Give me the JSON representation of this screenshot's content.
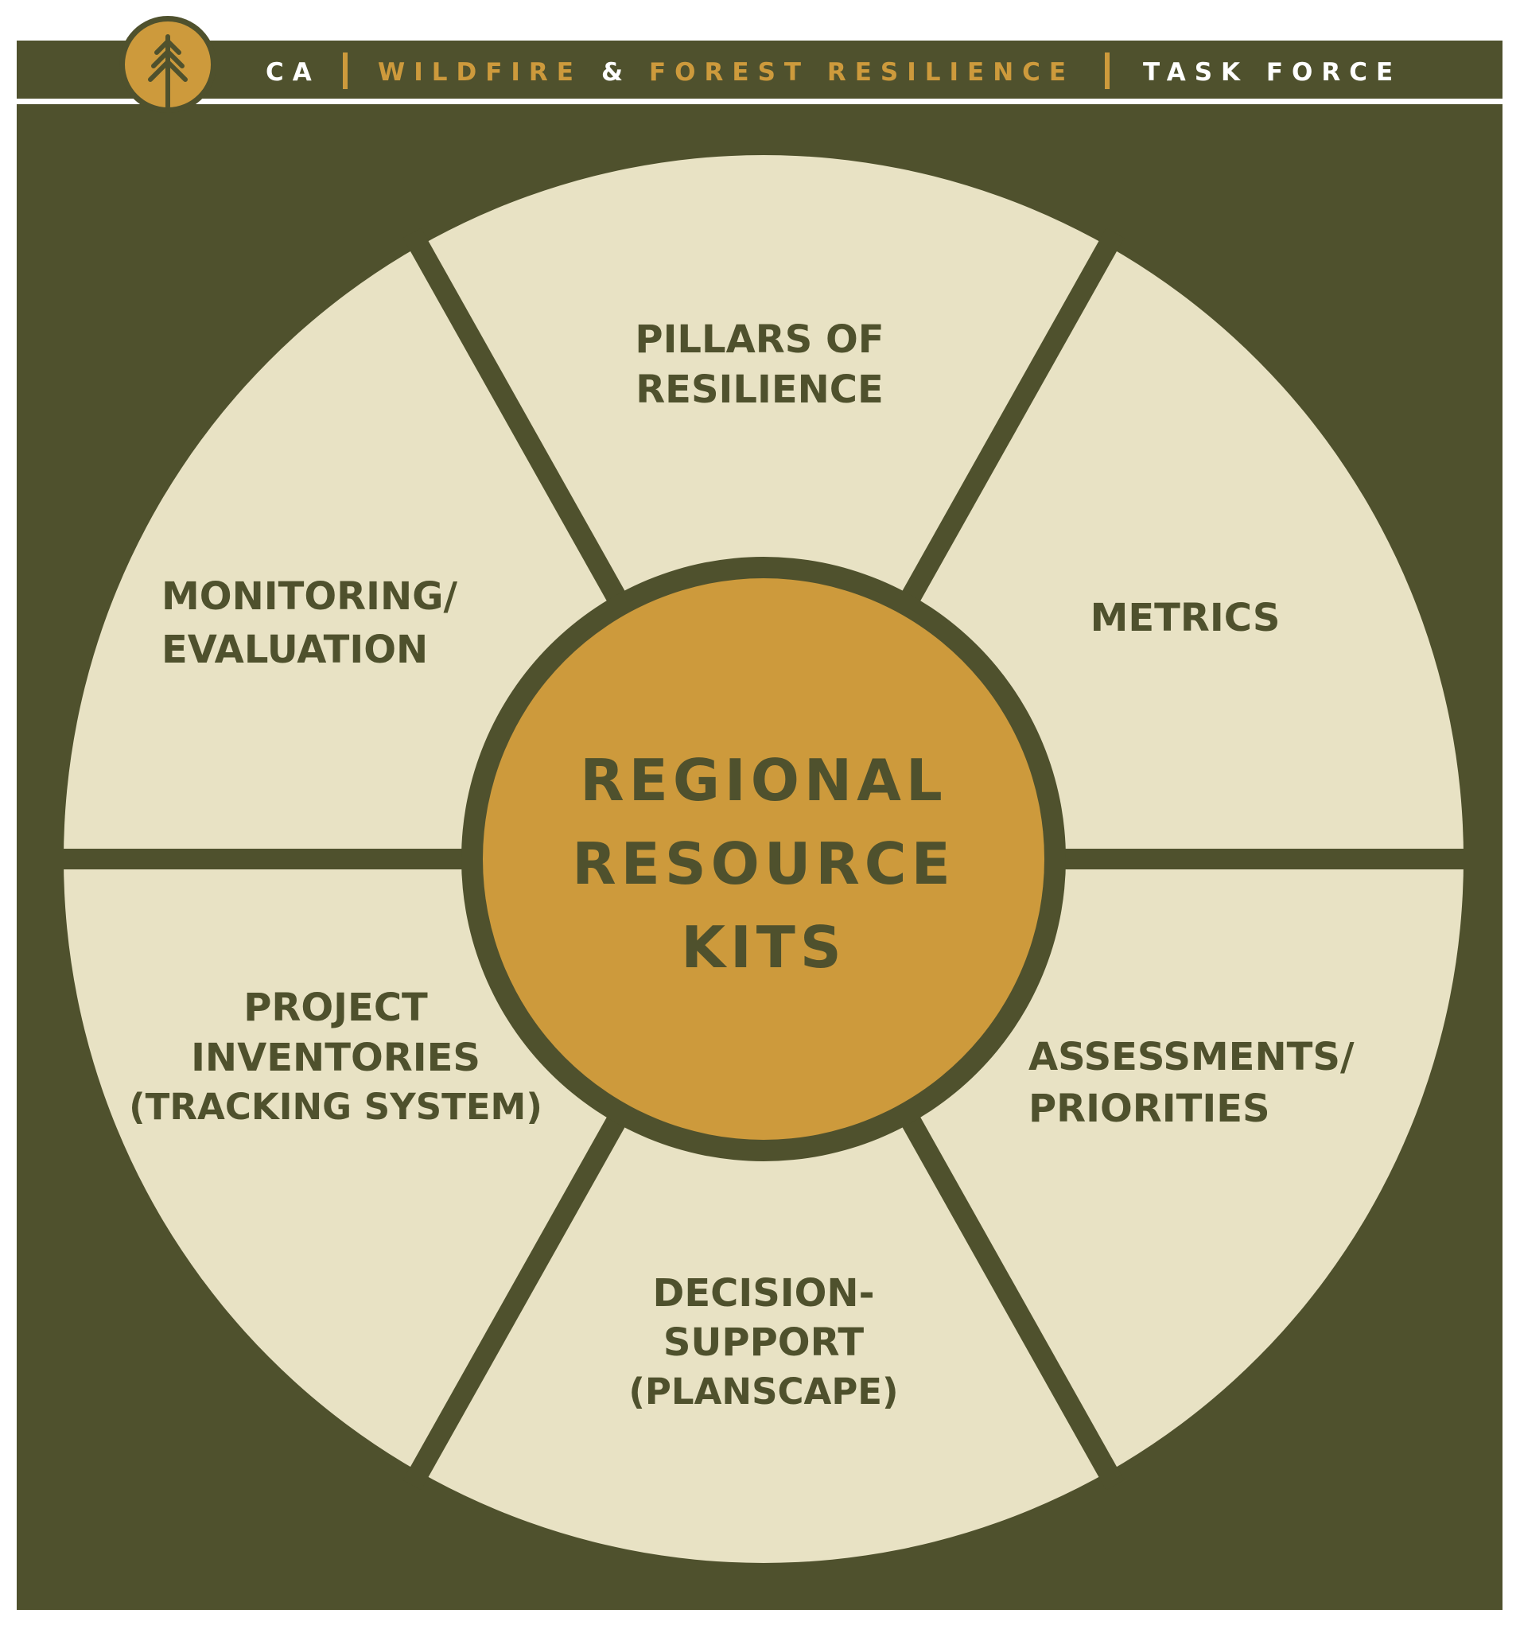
{
  "colors": {
    "olive": "#4f512d",
    "cream": "#e8e2c4",
    "gold": "#cd9a3c",
    "white": "#ffffff"
  },
  "header": {
    "ca": "CA",
    "wildfire": "WILDFIRE",
    "amp": "&",
    "forest_resilience": "FOREST RESILIENCE",
    "task_force": "TASK FORCE",
    "logo_icon": "pine-tree-icon"
  },
  "wheel": {
    "center": {
      "lines": [
        "REGIONAL",
        "RESOURCE",
        "KITS"
      ]
    },
    "segments": [
      {
        "id": "pillars",
        "lines": [
          "PILLARS OF",
          "RESILIENCE"
        ]
      },
      {
        "id": "metrics",
        "lines": [
          "METRICS"
        ]
      },
      {
        "id": "assessments",
        "lines": [
          "ASSESSMENTS/",
          "PRIORITIES"
        ]
      },
      {
        "id": "decision-support",
        "lines": [
          "DECISION-",
          "SUPPORT",
          "(PLANSCAPE)"
        ]
      },
      {
        "id": "project-inventories",
        "lines": [
          "PROJECT",
          "INVENTORIES",
          "(TRACKING SYSTEM)"
        ]
      },
      {
        "id": "monitoring",
        "lines": [
          "MONITORING/",
          "EVALUATION"
        ]
      }
    ]
  }
}
